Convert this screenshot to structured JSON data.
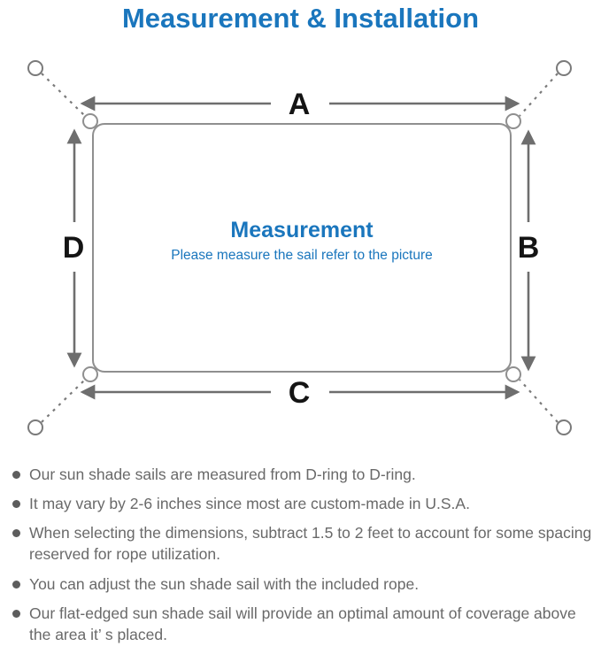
{
  "page": {
    "title": "Measurement & Installation"
  },
  "diagram": {
    "labels": {
      "top": "A",
      "right": "B",
      "bottom": "C",
      "left": "D"
    },
    "center_title": "Measurement",
    "center_subtitle": "Please measure the sail refer to the picture",
    "colors": {
      "accent_blue": "#1a76bd",
      "line_gray": "#8f8f8f",
      "arrow_gray": "#6e6e6e",
      "label_black": "#141414",
      "note_gray": "#696969"
    }
  },
  "notes": {
    "items": [
      "Our sun shade sails are measured from D-ring to D-ring.",
      "It may vary by 2-6 inches since most are custom-made in U.S.A.",
      "When selecting the dimensions, subtract 1.5 to 2 feet to account for some spacing reserved for rope utilization.",
      "You can adjust the sun shade sail with the included rope.",
      "Our flat-edged sun shade sail will provide an optimal amount of coverage above the area it’ s placed."
    ]
  }
}
